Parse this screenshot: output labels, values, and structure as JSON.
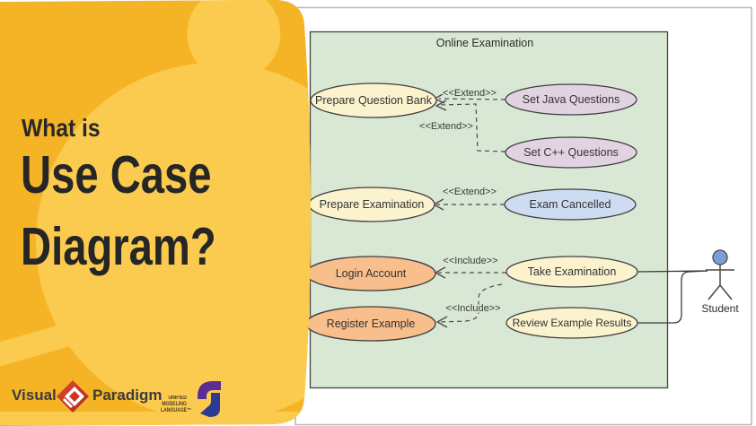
{
  "panel": {
    "eyebrow": "What is",
    "title_line1": "Use Case",
    "title_line2": "Diagram?",
    "colors": {
      "background": "#F5B426",
      "shapes_light": "#FBCB4F",
      "headline_text": "#262626"
    },
    "brand": {
      "name_part1": "Visual",
      "name_part2": "Paradigm",
      "logo": "vp-diamond-logo",
      "logo_red": "#CE3126"
    },
    "uml_badge": {
      "line1": "UNIFIED",
      "line2": "MODELING",
      "line3": "LANGUAGE™",
      "logo": "uml-logo",
      "purple": "#5B2E91",
      "blue": "#2D3A93"
    }
  },
  "diagram": {
    "system_boundary": {
      "title": "Online Examination",
      "fill": "#D9E8D4",
      "border": "#444444"
    },
    "use_cases": [
      {
        "label": "Prepare Question Bank",
        "fill": "#FBF2CE"
      },
      {
        "label": "Set Java Questions",
        "fill": "#E2D3E3"
      },
      {
        "label": "Set C++ Questions",
        "fill": "#E2D3E3"
      },
      {
        "label": "Prepare Examination",
        "fill": "#FBF2CE"
      },
      {
        "label": "Exam Cancelled",
        "fill": "#CEDCF2"
      },
      {
        "label": "Login Account",
        "fill": "#F8BE8C"
      },
      {
        "label": "Take Examination",
        "fill": "#FBF2CE"
      },
      {
        "label": "Register Example",
        "fill": "#F8BE8C"
      },
      {
        "label": "Review Example Results",
        "fill": "#FBF2CE"
      }
    ],
    "relationships": {
      "extend_label": "<<Extend>>",
      "include_label": "<<Include>>",
      "edges": [
        {
          "from": "Set Java Questions",
          "to": "Prepare Question Bank",
          "type": "extend"
        },
        {
          "from": "Set C++ Questions",
          "to": "Prepare Question Bank",
          "type": "extend"
        },
        {
          "from": "Exam Cancelled",
          "to": "Prepare Examination",
          "type": "extend"
        },
        {
          "from": "Take Examination",
          "to": "Login Account",
          "type": "include"
        },
        {
          "from": "Take Examination",
          "to": "Register Example",
          "type": "include"
        },
        {
          "from": "Student",
          "to": "Take Examination",
          "type": "association"
        },
        {
          "from": "Student",
          "to": "Review Example Results",
          "type": "association"
        }
      ]
    },
    "actor": {
      "label": "Student",
      "head_fill": "#7C9ED8"
    }
  }
}
